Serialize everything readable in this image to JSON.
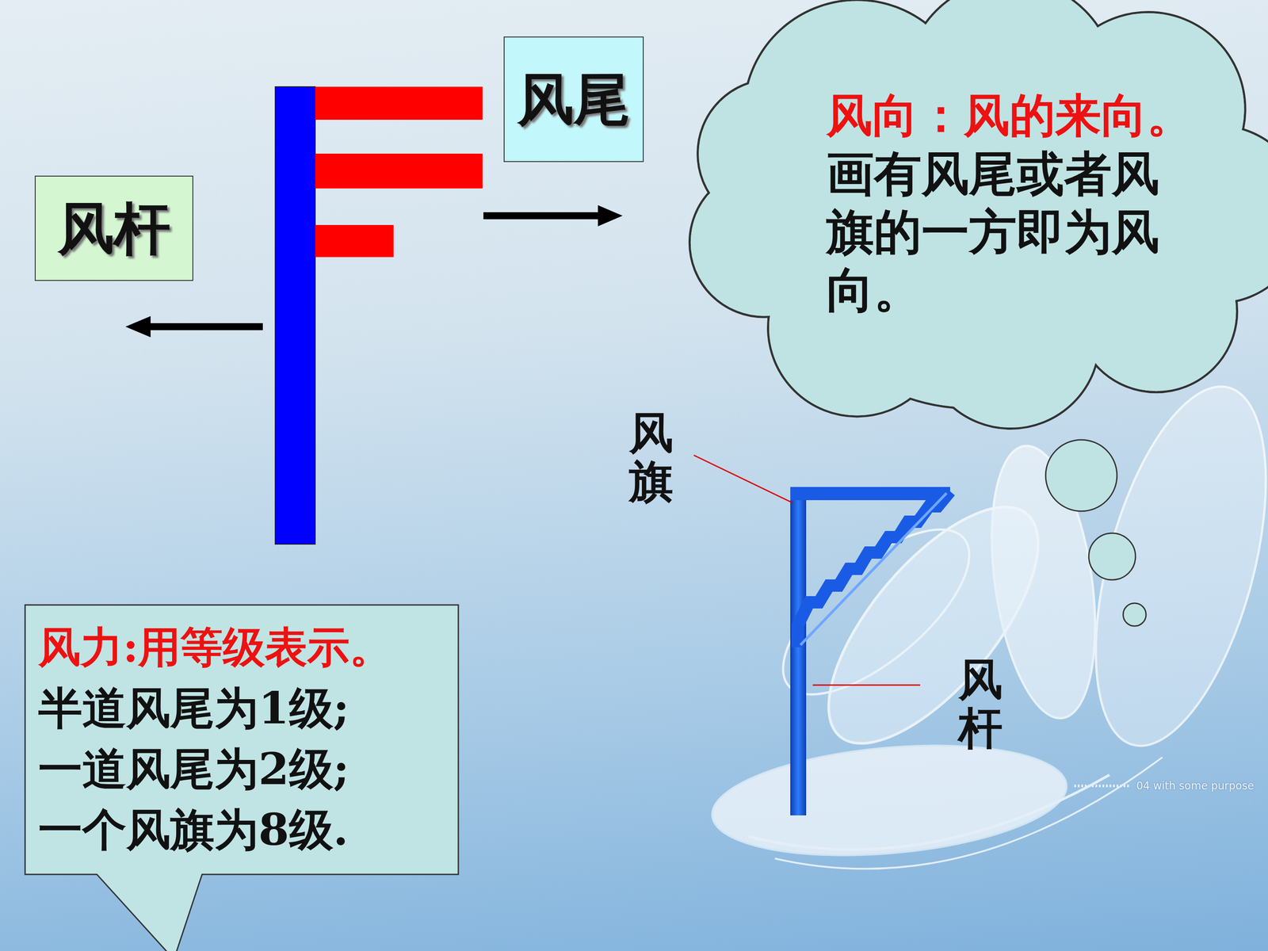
{
  "diagram": {
    "nodes": [
      {
        "text": [
          "风尾"
        ]
      },
      {
        "text": [
          "风向：风的来向。",
          "画有风尾或者风旗的一方即为风向。"
        ]
      },
      {
        "text": [
          "风杆"
        ]
      },
      {
        "text": [
          "风力:用等级表示。",
          "半道风尾为1级;",
          "一道风尾为2级;",
          "一个风旗为8级."
        ]
      }
    ],
    "labels": [
      "风旗",
      "风杆",
      "04 with some purpose"
    ]
  }
}
